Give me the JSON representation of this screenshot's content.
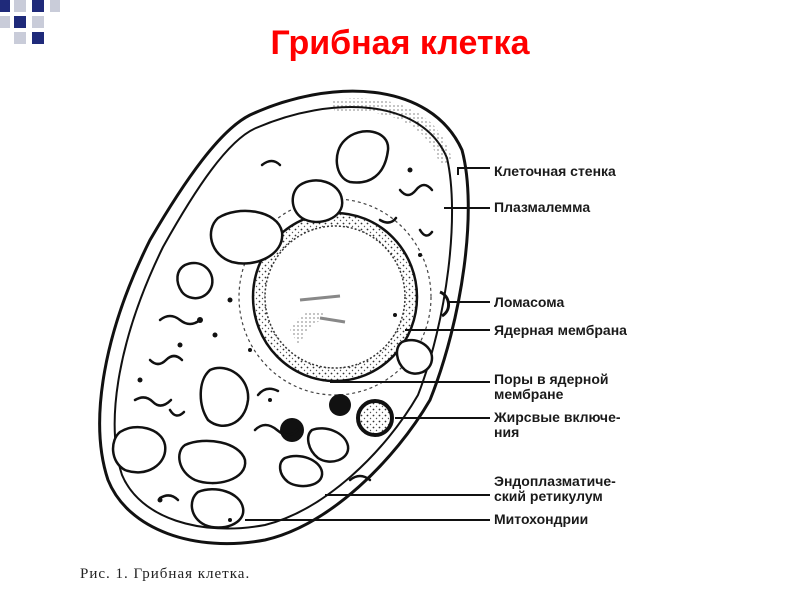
{
  "title": "Грибная клетка",
  "caption": "Рис. 1. Грибная клетка.",
  "colors": {
    "title": "#ff0000",
    "accent_squares": "#1f2a7a",
    "ink": "#1a1a1a"
  },
  "labels": [
    {
      "id": "cell-wall",
      "text": "Клеточная стенка"
    },
    {
      "id": "plasmalemma",
      "text": "Плазмалемма"
    },
    {
      "id": "lomasome",
      "text": "Ломасома"
    },
    {
      "id": "nuclear-membrane",
      "text": "Ядерная мембрана"
    },
    {
      "id": "nuclear-pores",
      "lines": [
        "Поры в ядерной",
        "мембране"
      ]
    },
    {
      "id": "lipid-inclusions",
      "lines": [
        "Жирсвые включе-",
        "ния"
      ]
    },
    {
      "id": "er",
      "lines": [
        "Эндоплазматиче-",
        "ский ретикулум"
      ]
    },
    {
      "id": "mitochondria",
      "text": "Митохондрии"
    }
  ]
}
